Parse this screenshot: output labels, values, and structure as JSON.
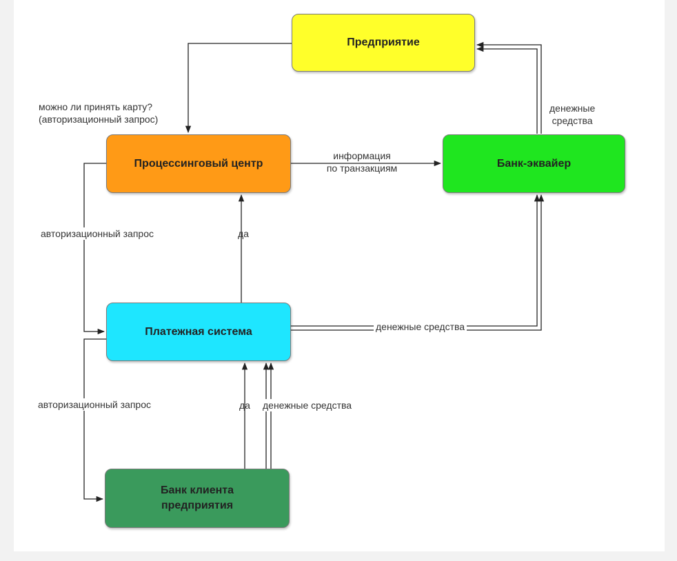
{
  "nodes": {
    "enterprise": "Предприятие",
    "processing_center": "Процессинговый центр",
    "acquirer_bank": "Банк-эквайер",
    "payment_system": "Платежная система",
    "client_bank_line1": "Банк клиента",
    "client_bank_line2": "предприятия"
  },
  "edges": {
    "card_question_line1": "можно ли принять карту?",
    "card_question_line2": "(авторизационный запрос)",
    "money_to_enterprise_line1": "денежные",
    "money_to_enterprise_line2": "средства",
    "transaction_info_line1": "информация",
    "transaction_info_line2": "по транзакциям",
    "auth_request_upper": "авторизационный запрос",
    "yes_to_processing": "да",
    "money_to_acquirer": "денежные средства",
    "auth_request_lower": "авторизационный запрос",
    "yes_to_payment": "да",
    "money_to_payment": "денежные средства"
  },
  "colors": {
    "enterprise": "#ffff2a",
    "processing_center": "#ff9a16",
    "acquirer_bank": "#1fe61f",
    "payment_system": "#1ee6ff",
    "client_bank": "#3a9a5c"
  }
}
